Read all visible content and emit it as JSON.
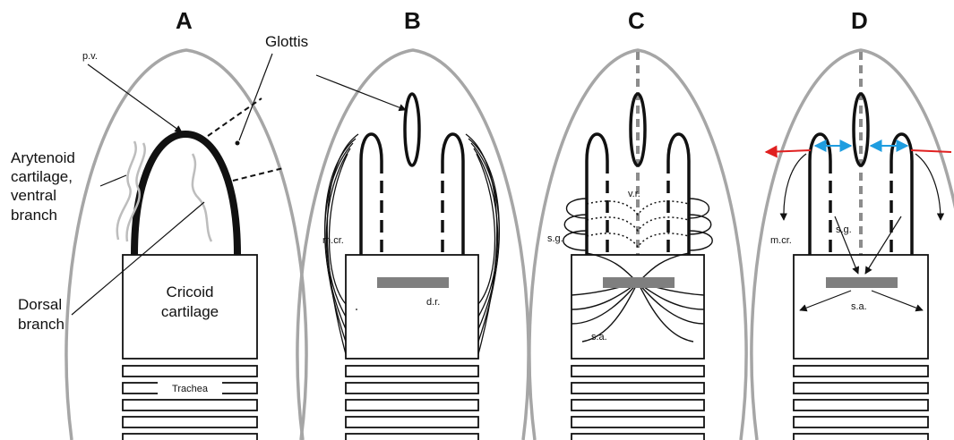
{
  "panels": {
    "a": {
      "letter": "A",
      "labels": {
        "pv": "p.v.",
        "glottis": "Glottis",
        "arytenoid_line1": "Arytenoid",
        "arytenoid_line2": "cartilage,",
        "arytenoid_line3": "ventral",
        "arytenoid_line4": "branch",
        "dorsal_line1": "Dorsal",
        "dorsal_line2": "branch",
        "cricoid_line1": "Cricoid",
        "cricoid_line2": "cartilage",
        "trachea": "Trachea"
      }
    },
    "b": {
      "letter": "B",
      "labels": {
        "mcr": "m.cr.",
        "dr": "d.r."
      }
    },
    "c": {
      "letter": "C",
      "labels": {
        "vr": "v.r.",
        "sg": "s.g.",
        "sa": "s.a."
      }
    },
    "d": {
      "letter": "D",
      "labels": {
        "mcr": "m.cr.",
        "sg": "s.g.",
        "sa": "s.a."
      }
    }
  },
  "colors": {
    "outline_gray": "#a6a6a6",
    "bar_gray": "#7f7f7f",
    "ink": "#111111",
    "arrow_red": "#e02020",
    "arrow_blue": "#1e9de0"
  }
}
